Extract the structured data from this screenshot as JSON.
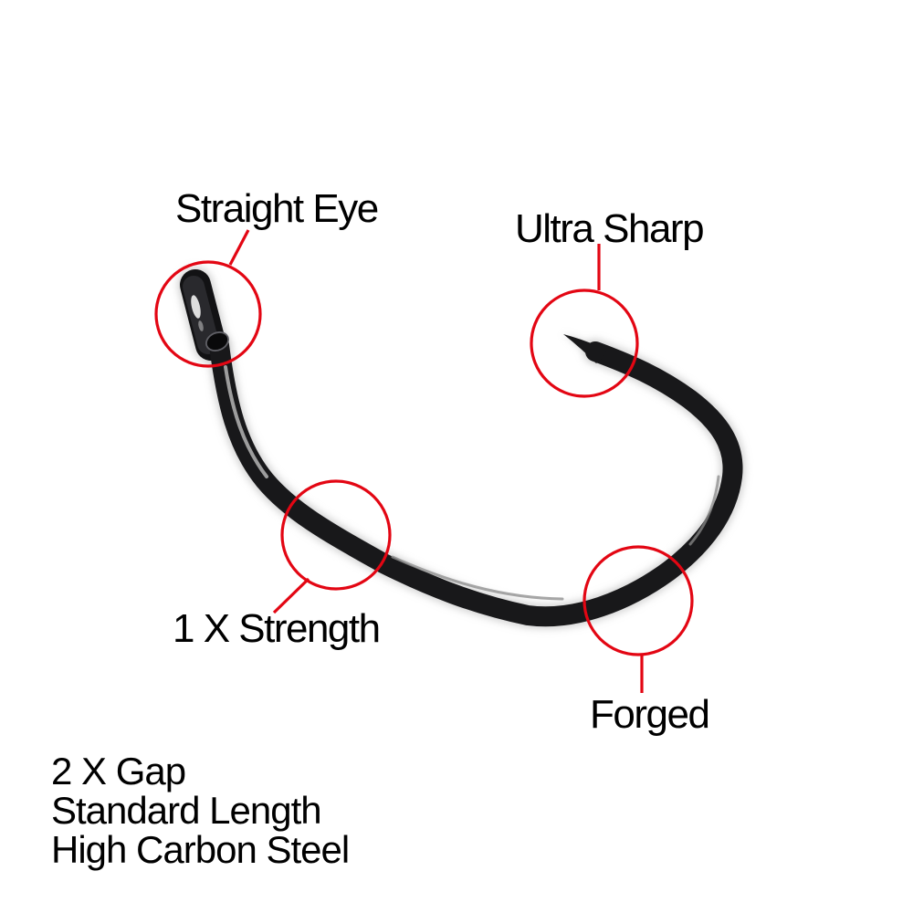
{
  "colors": {
    "background": "#ffffff",
    "annotation_red": "#e30613",
    "hook_black": "#18181a",
    "text_black": "#000000"
  },
  "subject": "black high-carbon steel fishing hook, wide gap, photographed on white",
  "annotations": [
    {
      "id": "straight-eye",
      "label": "Straight Eye"
    },
    {
      "id": "ultra-sharp",
      "label": "Ultra Sharp"
    },
    {
      "id": "strength",
      "label": "1 X Strength"
    },
    {
      "id": "forged",
      "label": "Forged"
    }
  ],
  "specs": {
    "lines": [
      "2 X Gap",
      "Standard Length",
      "High Carbon Steel"
    ]
  }
}
